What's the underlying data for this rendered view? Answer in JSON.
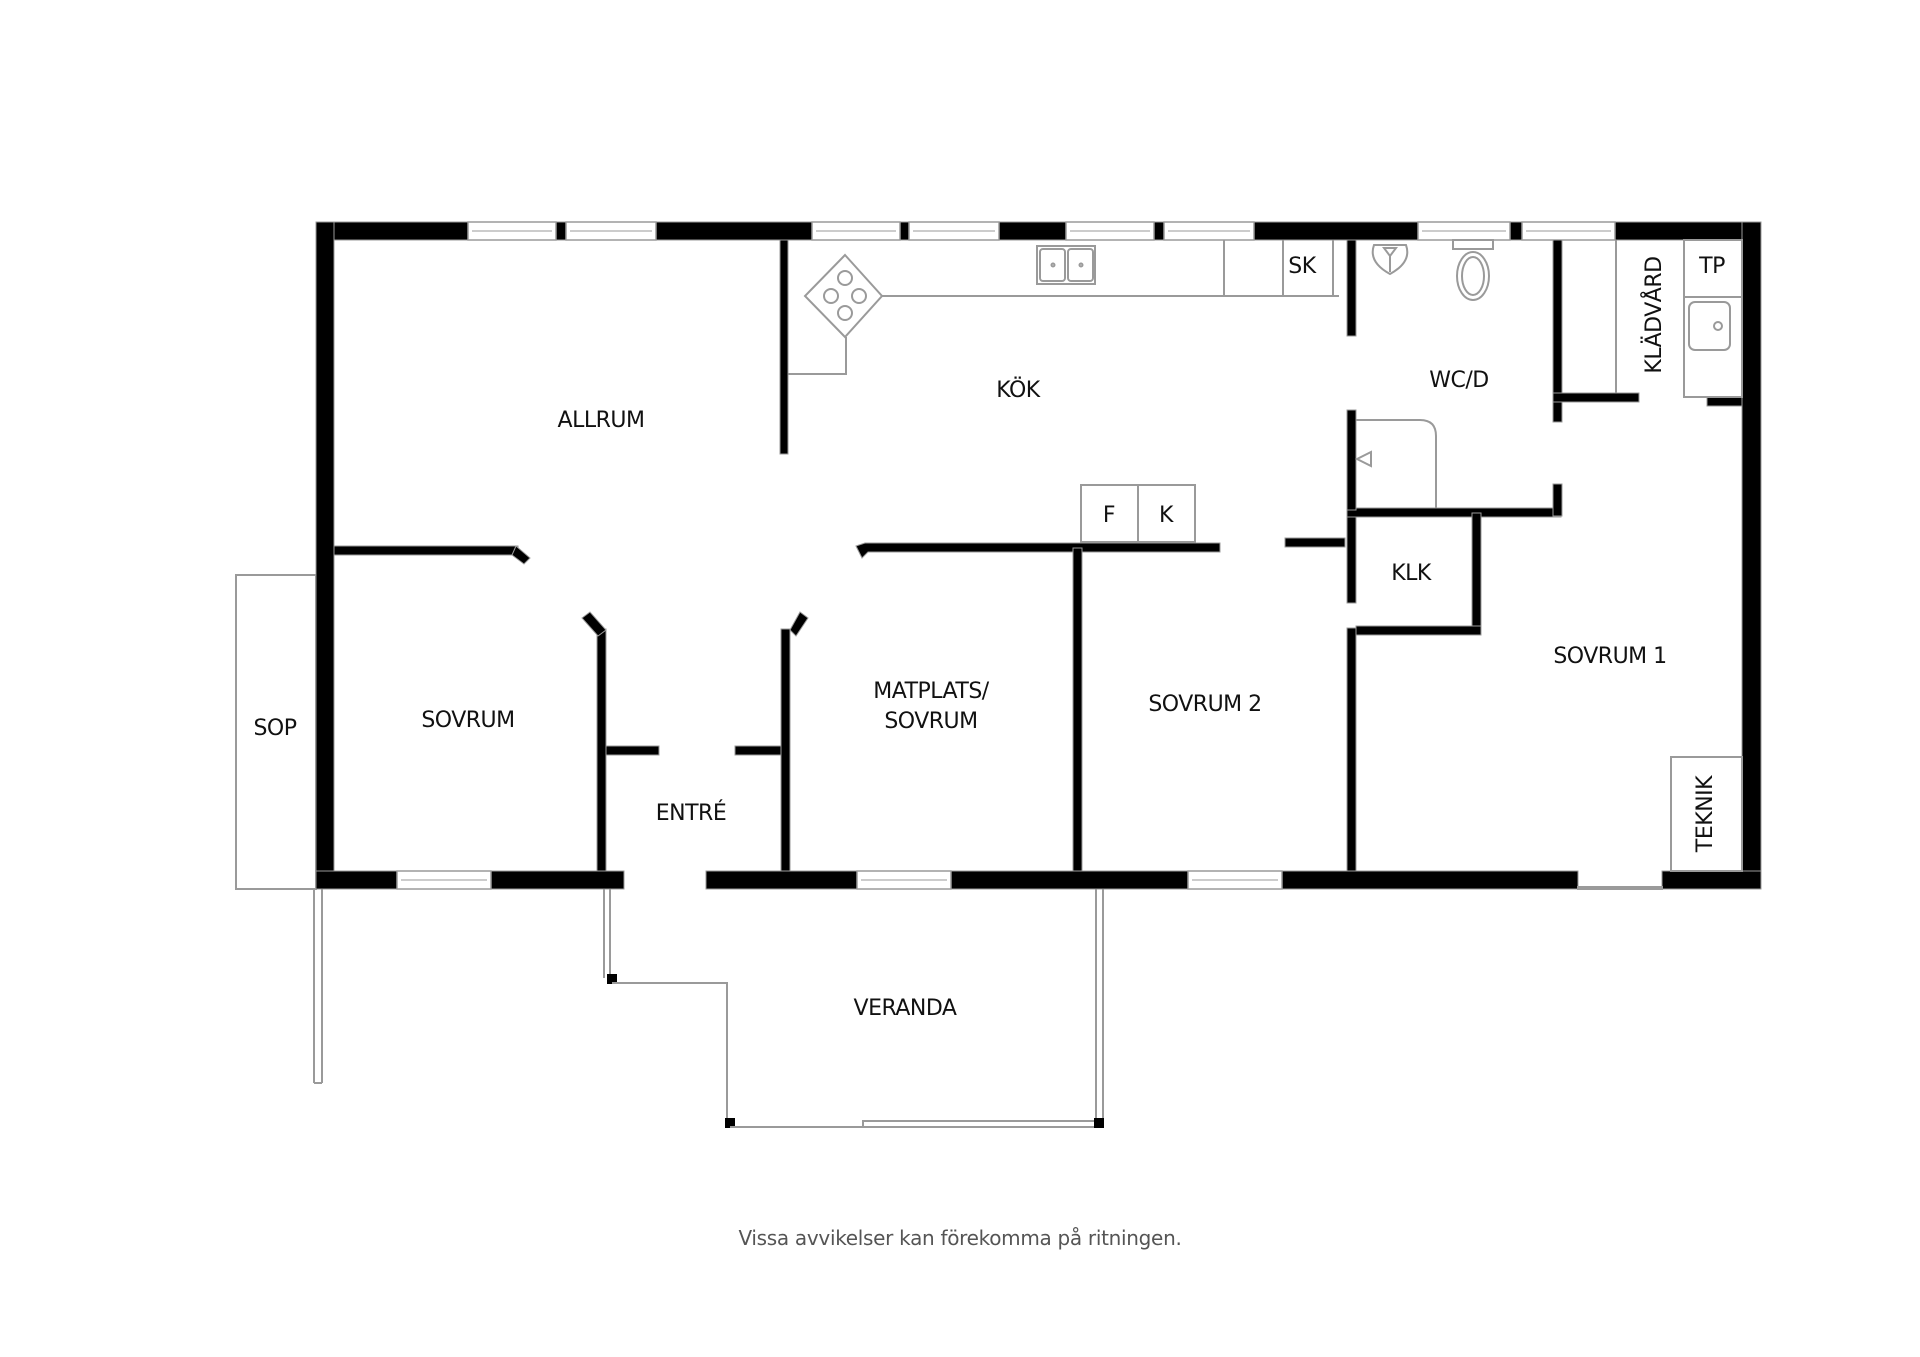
{
  "rooms": {
    "allrum": "ALLRUM",
    "kok": "KÖK",
    "wcd": "WC/D",
    "kladvard": "KLÄDVÅRD",
    "tp": "TP",
    "sk": "SK",
    "fridge": "F",
    "freezer": "K",
    "klk": "KLK",
    "sovrum1": "SOVRUM 1",
    "sovrum2": "SOVRUM 2",
    "matplats_line1": "MATPLATS/",
    "matplats_line2": "SOVRUM",
    "sovrum": "SOVRUM",
    "entre": "ENTRÉ",
    "sop": "SOP",
    "teknik": "TEKNIK",
    "veranda": "VERANDA"
  },
  "footer": {
    "disclaimer": "Vissa avvikelser kan förekomma på ritningen."
  },
  "colors": {
    "wall": "#000000",
    "fixture_line": "#9a9a9a",
    "background": "#ffffff",
    "footer_text": "#555555"
  }
}
